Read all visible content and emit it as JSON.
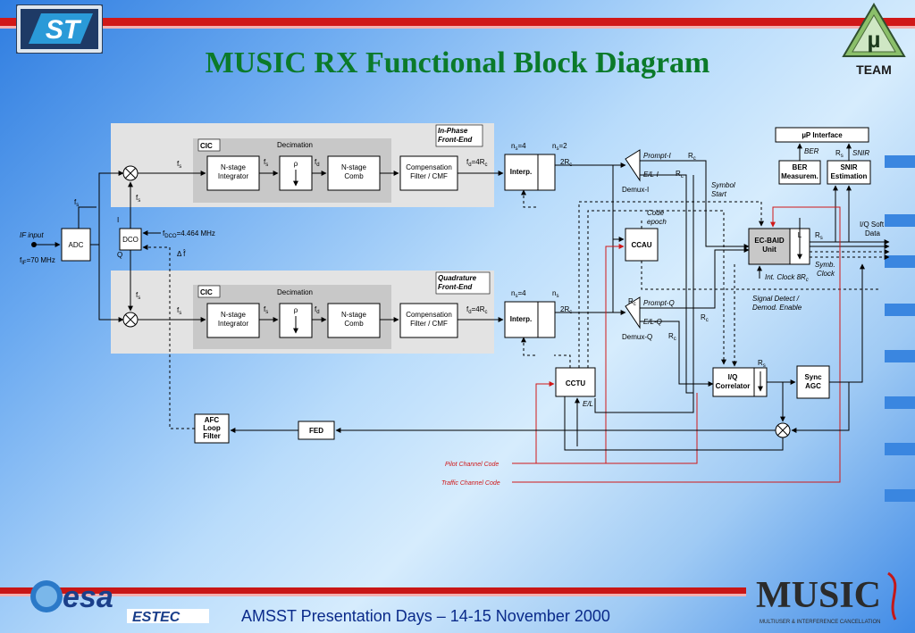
{
  "slide": {
    "title": "MUSIC RX Functional Block Diagram",
    "footer": "AMSST Presentation Days – 14-15 November 2000"
  },
  "logos": {
    "st": "ST",
    "team_mu": "µ",
    "team": "TEAM",
    "esa": "esa",
    "estec": "ESTEC",
    "music": "MUSIC",
    "music_tagline": "MULTIUSER & INTERFERENCE CANCELLATION"
  },
  "colors": {
    "title": "#0b7a2a",
    "red_line": "#d01818",
    "footer": "#0a2a8a"
  },
  "diagram": {
    "inphase": {
      "label": [
        "In-Phase",
        "Front-End"
      ],
      "cic": "CIC",
      "decimation": "Decimation",
      "integrator": [
        "N-stage",
        "Integrator"
      ],
      "decim_rho": "ρ",
      "comb": [
        "N-stage",
        "Comb"
      ],
      "comp": [
        "Compensation",
        "Filter / CMF"
      ],
      "interp": "Interp.",
      "fs_in": "f",
      "fs_in_sub": "s",
      "fs_mid": "f",
      "fs_mid_sub": "s",
      "fd": "f",
      "fd_sub": "d",
      "fd_out": "f",
      "fd_out_sub": "d",
      "fd_out_eq": "=4R",
      "fd_out_sub2": "c",
      "ns4": "n",
      "ns4_sub": "s",
      "ns4_eq": "=4",
      "ns2": "n",
      "ns2_sub": "s",
      "ns2_eq": "=2",
      "rate2": "2R",
      "rate2_sub": "c"
    },
    "quad": {
      "label": [
        "Quadrature",
        "Front-End"
      ],
      "cic": "CIC",
      "decimation": "Decimation",
      "integrator": [
        "N-stage",
        "Integrator"
      ],
      "decim_rho": "ρ",
      "comb": [
        "N-stage",
        "Comb"
      ],
      "comp": [
        "Compensation",
        "Filter / CMF"
      ],
      "interp": "Interp.",
      "ns4": "n",
      "ns4_sub": "s",
      "ns4_eq": "=4",
      "ns": "n",
      "ns_sub": "s",
      "rate2": "2R",
      "rate2_sub": "c",
      "fd_out": "f",
      "fd_out_sub": "d",
      "fd_out_eq": "=4R",
      "fd_out_sub2": "c",
      "fs_mid": "f",
      "fs_mid_sub": "s",
      "fd": "f",
      "fd_sub": "d"
    },
    "front": {
      "if_input": "IF input",
      "f_if": "f",
      "f_if_sub": "IF",
      "f_if_eq": "=70 MHz",
      "adc": "ADC",
      "dco": "DCO",
      "f_dco": "f",
      "f_dco_sub": "DCO",
      "f_dco_eq": "=4.464 MHz",
      "i_label": "I",
      "q_label": "Q",
      "fs_top": "f",
      "fs_top_sub": "s",
      "fs_a": "f",
      "fs_a_sub": "s",
      "fs_b": "f",
      "fs_b_sub": "s",
      "fs_c": "f",
      "fs_c_sub": "s",
      "fs_d": "f",
      "fs_d_sub": "s",
      "delta_f": "Δ f̂"
    },
    "right": {
      "up_interface": "µP Interface",
      "ber": "BER",
      "rs": "R",
      "rs_sub": "s",
      "snir": "SNIR",
      "ber_meas": [
        "BER",
        "Measurem."
      ],
      "snir_est": [
        "SNIR",
        "Estimation"
      ],
      "prompt_i": "Prompt-I",
      "el_i": "E/L-I",
      "demux_i": "Demux-I",
      "rc": "R",
      "rc_sub": "c",
      "prompt_q": "Prompt-Q",
      "el_q": "E/L-Q",
      "demux_q": "Demux-Q",
      "symbol_start": [
        "Symbol",
        "Start"
      ],
      "code_epoch": [
        "Code",
        "epoch"
      ],
      "ccau": "CCAU",
      "ecbaid": [
        "EC-BAID",
        "Unit"
      ],
      "L": "L",
      "iq_soft": [
        "I/Q Soft",
        "Data"
      ],
      "symb_clock": [
        "Symb.",
        "Clock"
      ],
      "int_clock": "Int. Clock 8R",
      "int_clock_sub": "c",
      "signal_detect": [
        "Signal Detect /",
        "Demod. Enable"
      ],
      "cctu": "CCTU",
      "el": "E/L",
      "iq_corr": [
        "I/Q",
        "Correlator"
      ],
      "sync_agc": [
        "Sync",
        "AGC"
      ],
      "afc": [
        "AFC",
        "Loop",
        "Filter"
      ],
      "fed": "FED",
      "pilot": "Pilot Channel Code",
      "traffic": "Traffic Channel Code"
    }
  }
}
